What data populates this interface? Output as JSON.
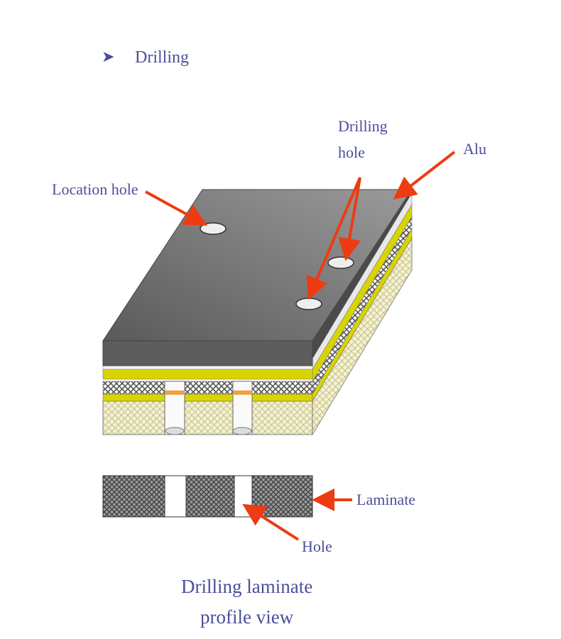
{
  "heading": {
    "bullet": "➤",
    "title": "Drilling"
  },
  "labels": {
    "drilling_hole_line1": "Drilling",
    "drilling_hole_line2": "hole",
    "alu": "Alu",
    "location_hole": "Location hole",
    "laminate": "Laminate",
    "hole": "Hole"
  },
  "caption": {
    "line1": "Drilling laminate",
    "line2": "profile view"
  },
  "colors": {
    "text": "#4b4f9a",
    "arrow": "#ee3b12",
    "plate": "#6b6b6b",
    "yellow": "#d9d400",
    "cream": "#f3f0c8"
  }
}
